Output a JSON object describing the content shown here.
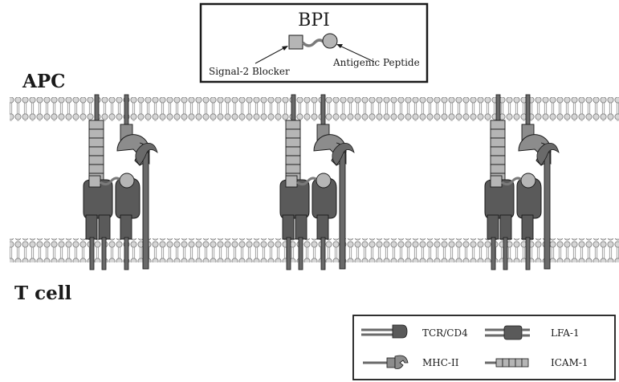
{
  "bpi_box": {
    "title": "BPI",
    "left_label": "Signal-2 Blocker",
    "right_label": "Antigenic Peptide"
  },
  "cell_labels": {
    "top": "APC",
    "bottom": "T cell"
  },
  "legend": {
    "items": [
      {
        "label": "TCR/CD4",
        "icon": "tcr-cd4-icon"
      },
      {
        "label": "LFA-1",
        "icon": "lfa1-icon"
      },
      {
        "label": "MHC-II",
        "icon": "mhc2-icon"
      },
      {
        "label": "ICAM-1",
        "icon": "icam1-icon"
      }
    ]
  },
  "colors": {
    "dark_protein": "#5a5a5a",
    "mid_protein": "#8c8c8c",
    "light_protein": "#b5b5b5",
    "membrane": "#c8c8c8",
    "outline": "#1a1a1a"
  }
}
